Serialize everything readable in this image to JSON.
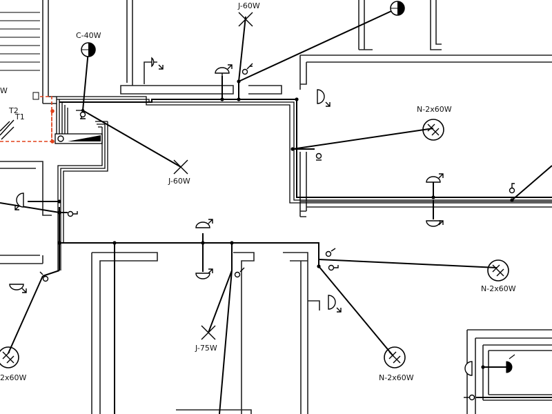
{
  "labels": {
    "c40w": "C-40W",
    "j60w_top": "J-60W",
    "j60w_mid": "J-60W",
    "j75w": "J-75W",
    "n2x60w_top": "N-2x60W",
    "n2x60w_right": "N-2x60W",
    "n2x60w_bottom": "N-2x60W",
    "n2x60w_left": "2x60W",
    "t1": "T1",
    "t2": "T2",
    "w_edge": "W"
  },
  "symbols": {
    "ceiling_light": "half-filled-circle-icon",
    "pendant_light": "cross-line-icon",
    "fluorescent_light": "circle-x-icon",
    "wall_socket": "socket-icon",
    "switch": "switch-icon"
  },
  "colors": {
    "wire": "#000000",
    "wall": "#222222",
    "feeder_dashed": "#e0401a",
    "feeder_dot": "#e0401a"
  }
}
